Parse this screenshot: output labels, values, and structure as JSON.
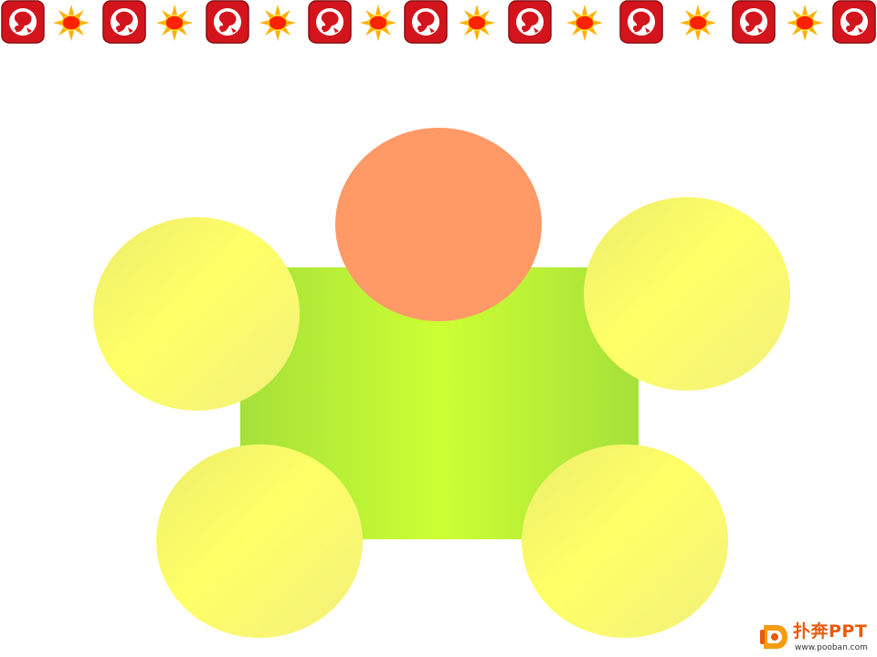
{
  "decorative_border": {
    "pattern": [
      "face-badge-icon",
      "sun-icon"
    ],
    "colors": {
      "badge": "#d4141c",
      "badge_outline": "#8a0d10",
      "sun_core": "#ff2200",
      "sun_rays": "#ffb000"
    }
  },
  "diagram": {
    "shapes": [
      {
        "id": "center-rectangle",
        "kind": "rectangle",
        "fill": [
          "#a6e03a",
          "#ccff33"
        ]
      },
      {
        "id": "top-circle",
        "kind": "ellipse",
        "fill": "#ff9966"
      },
      {
        "id": "left-circle",
        "kind": "ellipse",
        "fill": [
          "#ffff66",
          "#f0f07a"
        ]
      },
      {
        "id": "right-circle",
        "kind": "ellipse",
        "fill": [
          "#ffff66",
          "#f0f07a"
        ]
      },
      {
        "id": "bottom-left-circle",
        "kind": "ellipse",
        "fill": [
          "#ffff66",
          "#f0f07a"
        ]
      },
      {
        "id": "bottom-right-circle",
        "kind": "ellipse",
        "fill": [
          "#ffff66",
          "#f0f07a"
        ]
      }
    ]
  },
  "watermark": {
    "brand": "扑奔PPT",
    "url": "www.pooban.com",
    "brand_color": "#e85a0c"
  }
}
